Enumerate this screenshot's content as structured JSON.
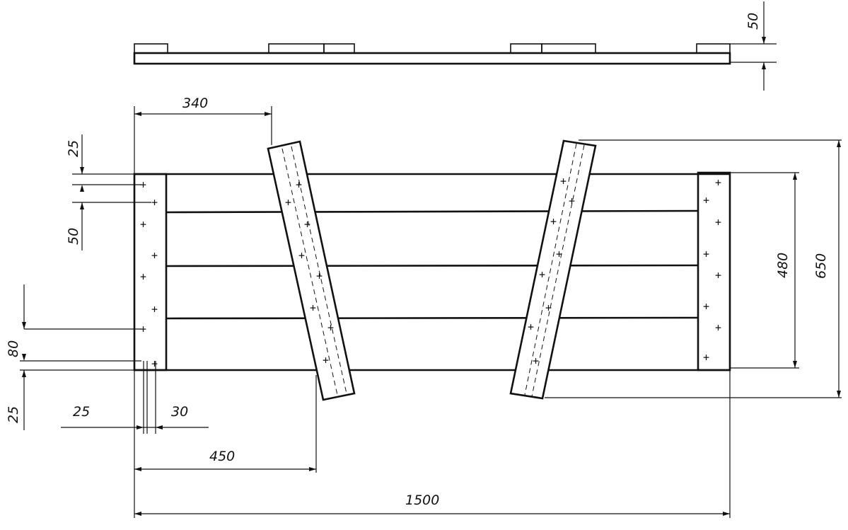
{
  "dimensions": {
    "d_50_top": "50",
    "d_340": "340",
    "d_25_left": "25",
    "d_50_left": "50",
    "d_80": "80",
    "d_25_bottom_left": "25",
    "d_25_bottom": "25",
    "d_30": "30",
    "d_450": "450",
    "d_1500": "1500",
    "d_480": "480",
    "d_650": "650"
  }
}
